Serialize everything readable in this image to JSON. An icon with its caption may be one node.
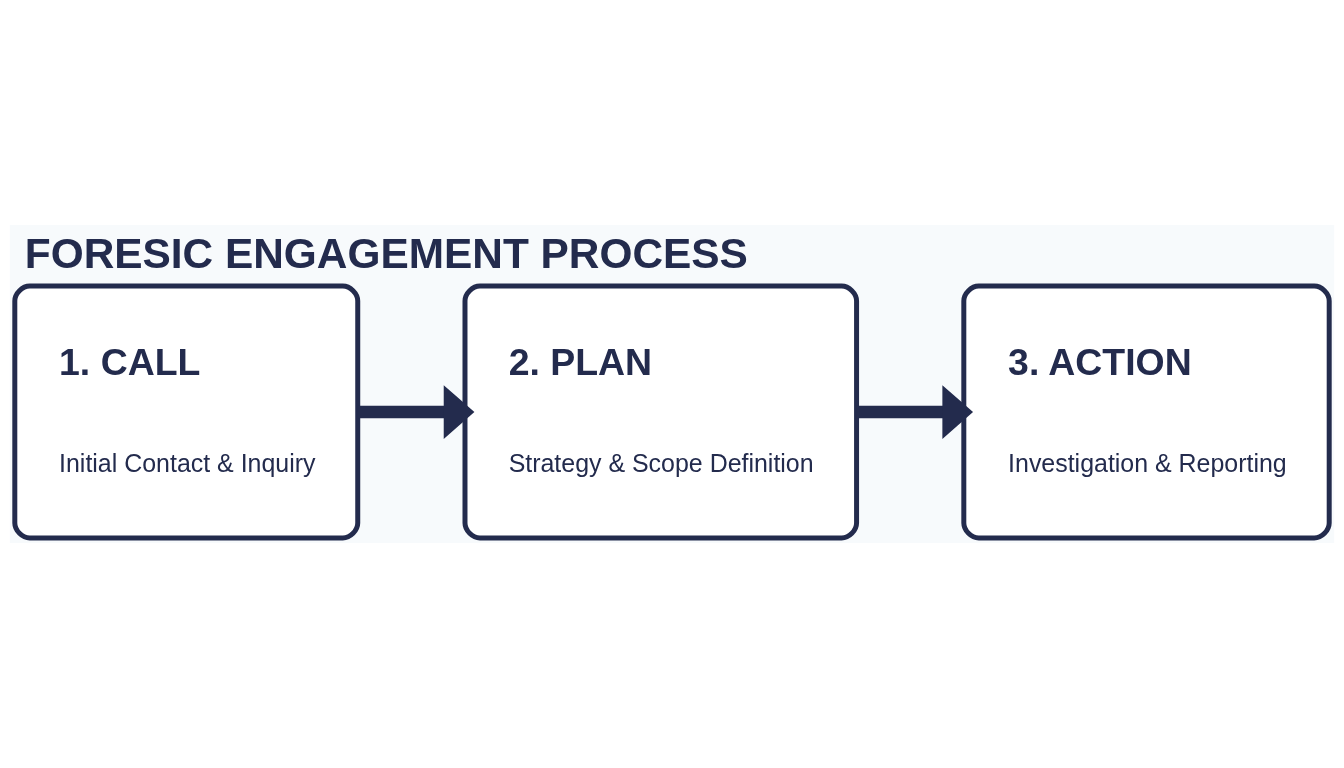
{
  "diagram": {
    "title": "FORESIC ENGAGEMENT PROCESS",
    "nodes": [
      {
        "text": [
          "1. CALL",
          "Initial Contact & Inquiry"
        ]
      },
      {
        "text": [
          "2. PLAN",
          "Strategy & Scope Definition"
        ]
      },
      {
        "text": [
          "3. ACTION",
          "Investigation & Reporting"
        ]
      }
    ],
    "edges": [
      {
        "from": 0,
        "to": 1,
        "arrow": "to"
      },
      {
        "from": 1,
        "to": 2,
        "arrow": "to"
      }
    ]
  }
}
